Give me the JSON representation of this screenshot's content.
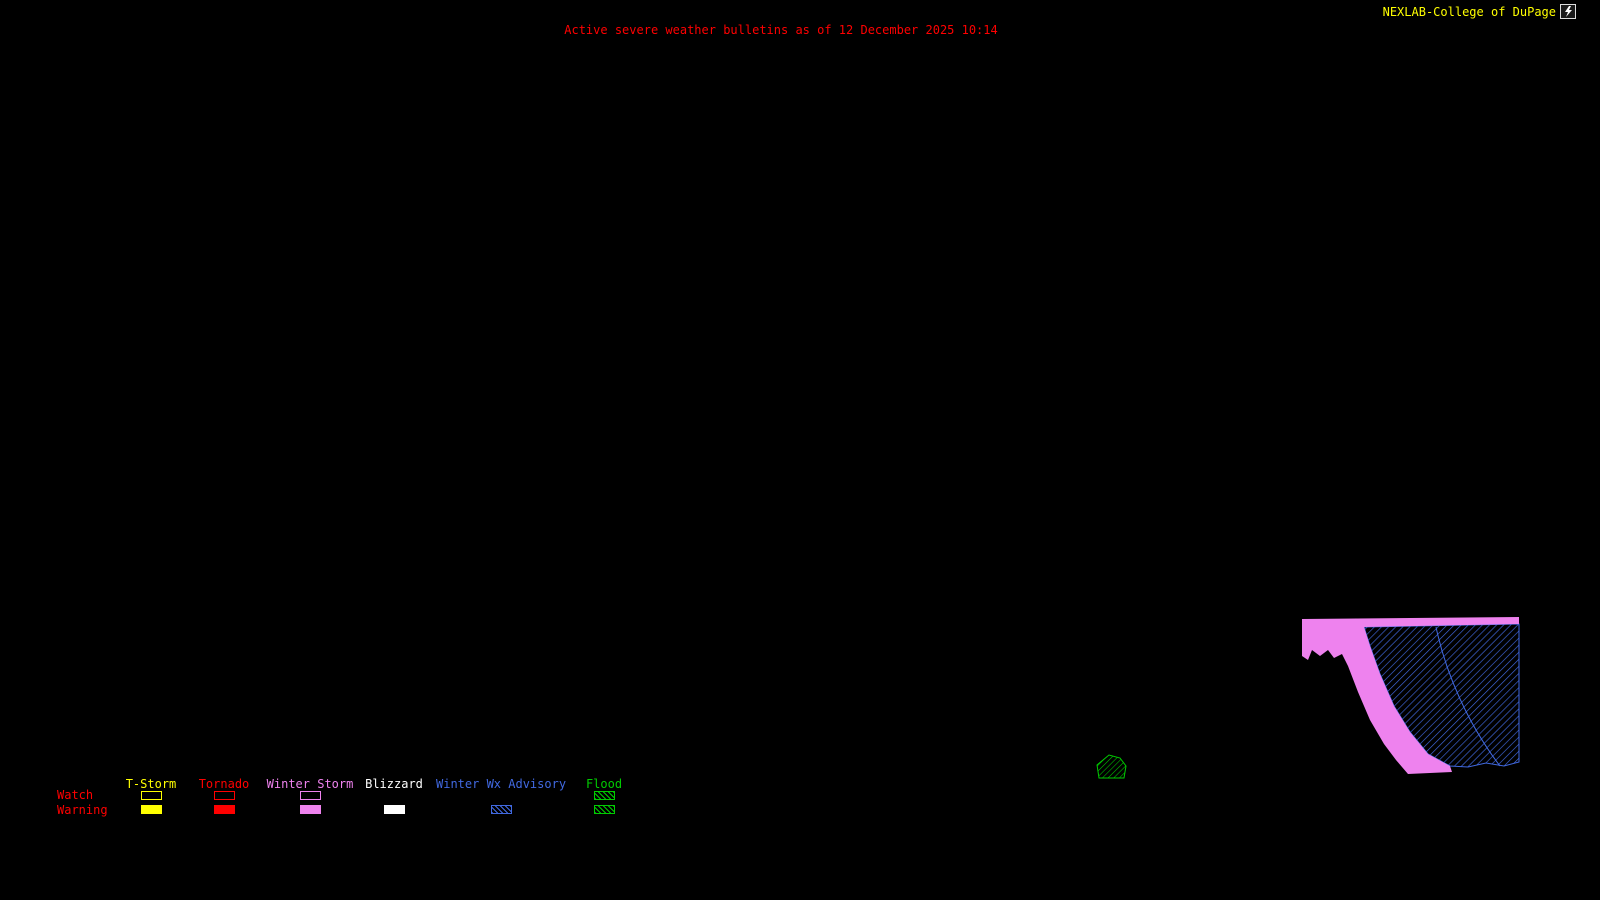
{
  "header": {
    "brand": "NEXLAB-College of DuPage",
    "brand_color": "#ffff00",
    "title": "Active severe weather bulletins as of 12 December 2025 10:14",
    "title_color": "#ff0000"
  },
  "legend": {
    "watch_label": "Watch",
    "warning_label": "Warning",
    "row_label_color": "#ff0000",
    "items": [
      {
        "label": "T-Storm",
        "color": "#ffff00",
        "watch_style": "outline",
        "warning_style": "filled"
      },
      {
        "label": "Tornado",
        "color": "#ff0000",
        "watch_style": "outline",
        "warning_style": "filled"
      },
      {
        "label": "Winter Storm",
        "color": "#ee82ee",
        "watch_style": "outline",
        "warning_style": "filled"
      },
      {
        "label": "Blizzard",
        "color": "#ffffff",
        "watch_style": "none",
        "warning_style": "filled"
      },
      {
        "label": "Winter Wx Advisory",
        "color": "#4169e1",
        "watch_style": "none",
        "warning_style": "hatched"
      },
      {
        "label": "Flood",
        "color": "#00cc00",
        "watch_style": "hatched",
        "warning_style": "hatched"
      }
    ]
  },
  "map": {
    "background": "#000000",
    "regions": [
      {
        "name": "winter-storm-warning",
        "color": "#ee82ee",
        "style": "filled"
      },
      {
        "name": "winter-wx-advisory",
        "color": "#4169e1",
        "style": "hatched"
      },
      {
        "name": "flood-watch",
        "color": "#00cc00",
        "style": "hatched"
      }
    ]
  }
}
